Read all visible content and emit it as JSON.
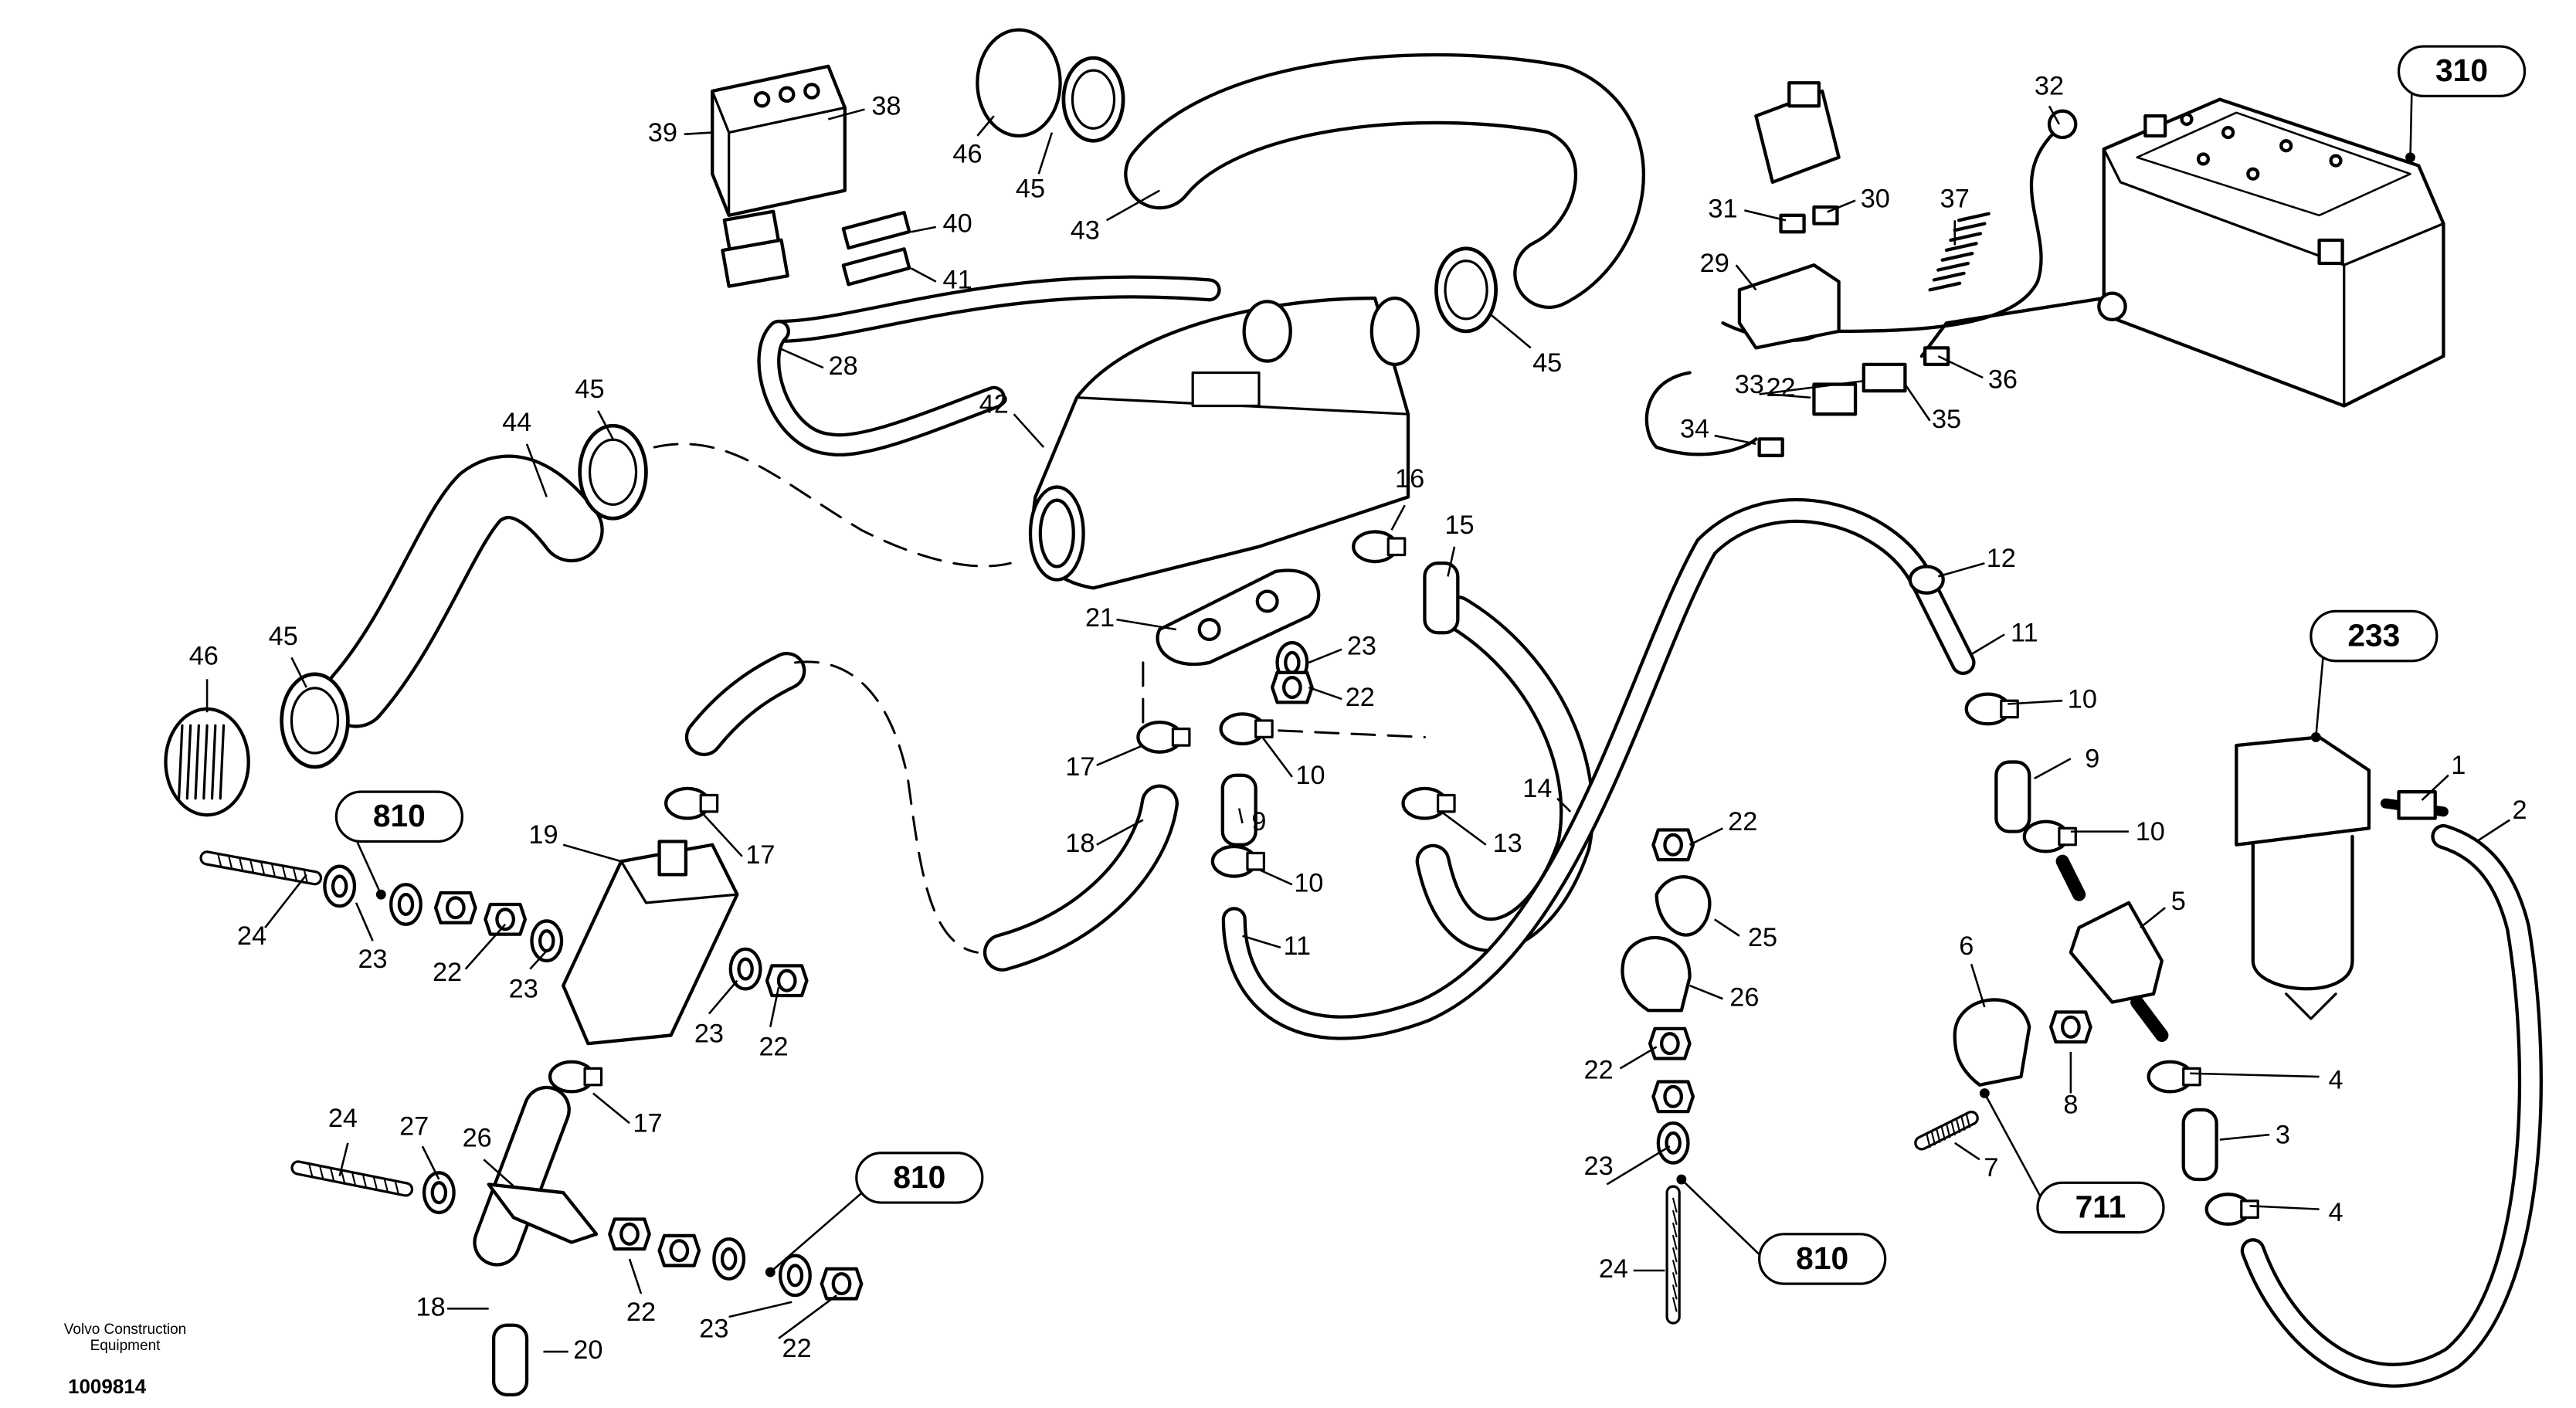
{
  "diagram": {
    "part_labels": [
      "1",
      "2",
      "3",
      "4",
      "4",
      "5",
      "6",
      "7",
      "8",
      "9",
      "9",
      "10",
      "10",
      "10",
      "10",
      "11",
      "11",
      "12",
      "13",
      "14",
      "15",
      "16",
      "17",
      "17",
      "17",
      "18",
      "18",
      "19",
      "20",
      "21",
      "22",
      "22",
      "22",
      "22",
      "22",
      "22",
      "22",
      "22",
      "23",
      "23",
      "23",
      "23",
      "23",
      "23",
      "24",
      "24",
      "24",
      "25",
      "26",
      "26",
      "27",
      "28",
      "29",
      "30",
      "31",
      "32",
      "33",
      "34",
      "35",
      "36",
      "37",
      "38",
      "39",
      "40",
      "41",
      "42",
      "43",
      "44",
      "45",
      "45",
      "45",
      "45",
      "46",
      "46"
    ],
    "reference_labels": [
      "310",
      "233",
      "810",
      "810",
      "810",
      "711"
    ]
  },
  "footer": {
    "company_line1": "Volvo Construction",
    "company_line2": "Equipment",
    "drawing_number": "1009814"
  }
}
